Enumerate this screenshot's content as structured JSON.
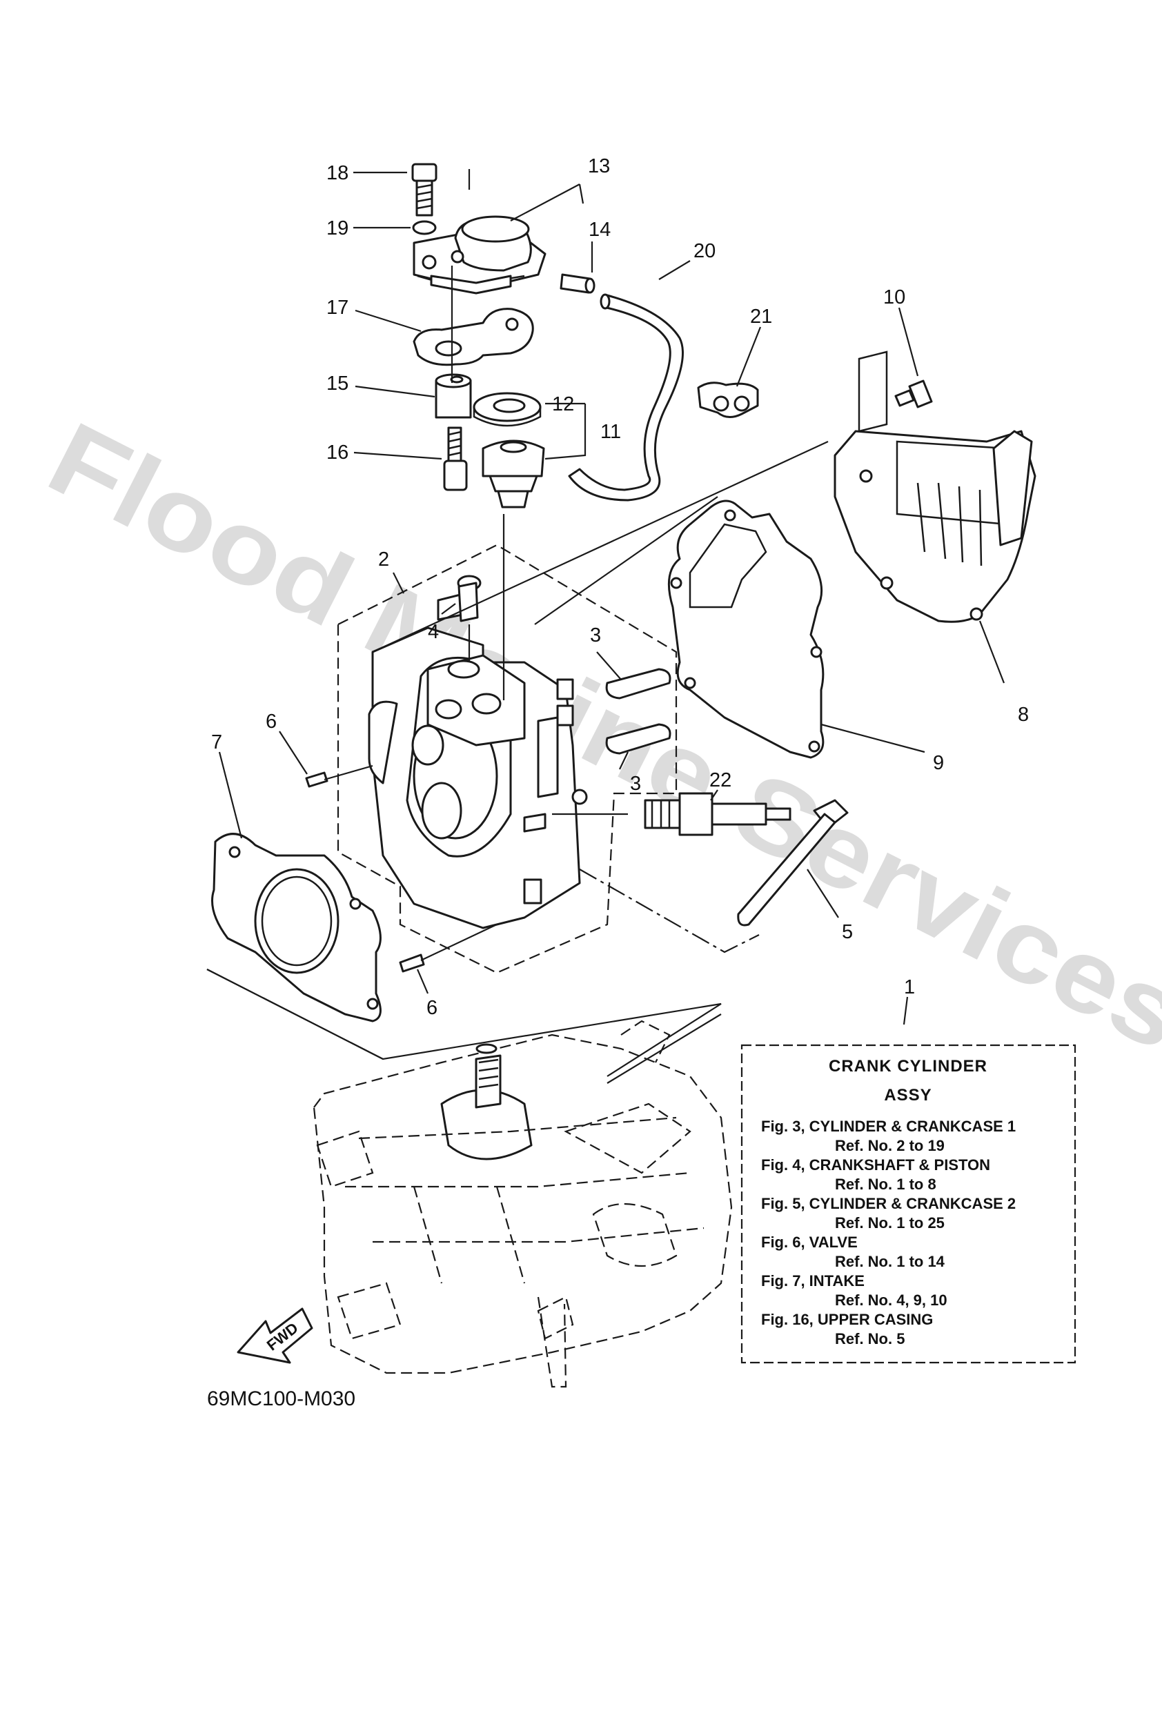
{
  "watermark": "Flood Marine Services",
  "callouts": [
    "18",
    "13",
    "19",
    "14",
    "20",
    "21",
    "10",
    "17",
    "15",
    "12",
    "11",
    "16",
    "2",
    "4",
    "3",
    "3",
    "6",
    "7",
    "22",
    "8",
    "9",
    "6",
    "5",
    "1"
  ],
  "legend": {
    "title_line1": "CRANK CYLINDER",
    "title_line2": "ASSY",
    "lines": [
      "Fig. 3, CYLINDER & CRANKCASE 1",
      "Ref. No. 2 to 19",
      "Fig. 4, CRANKSHAFT & PISTON",
      "Ref. No. 1 to 8",
      "Fig. 5, CYLINDER & CRANKCASE 2",
      "Ref. No. 1 to 25",
      "Fig. 6, VALVE",
      "Ref. No. 1 to 14",
      "Fig. 7, INTAKE",
      "Ref. No. 4, 9, 10",
      "Fig. 16, UPPER CASING",
      "Ref. No. 5"
    ]
  },
  "fwd_label": "FWD",
  "diagram_code": "69MC100-M030"
}
